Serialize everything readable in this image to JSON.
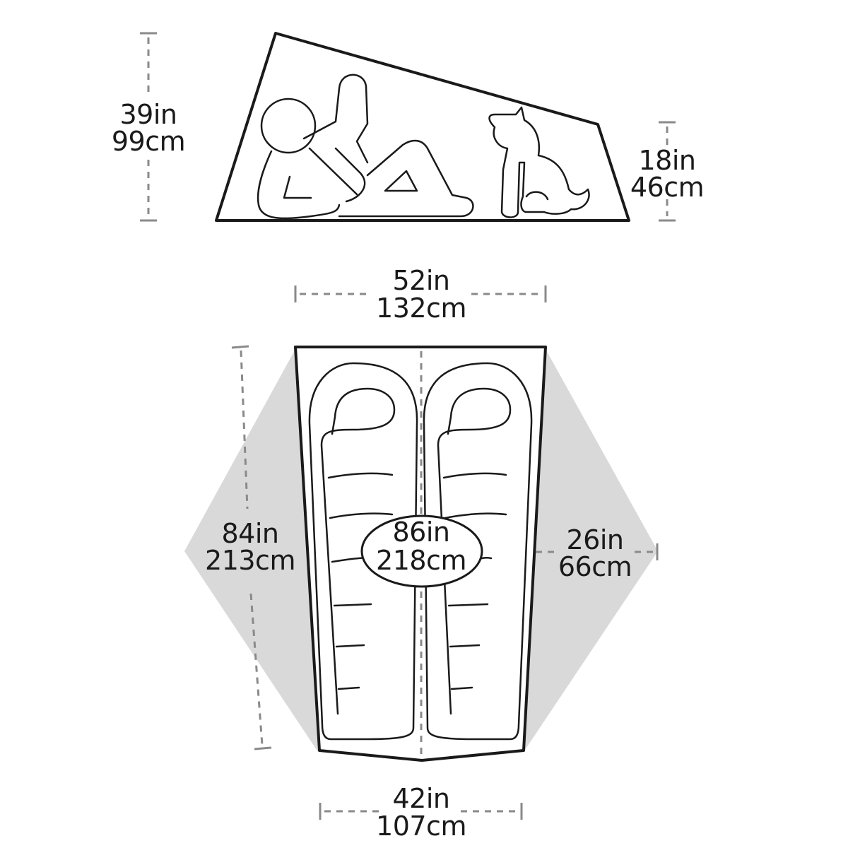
{
  "side_view": {
    "peak_height": {
      "imperial": "39in",
      "metric": "99cm"
    },
    "foot_height": {
      "imperial": "18in",
      "metric": "46cm"
    }
  },
  "floor_plan": {
    "head_width": {
      "imperial": "52in",
      "metric": "132cm"
    },
    "length": {
      "imperial": "84in",
      "metric": "213cm"
    },
    "diagonal": {
      "imperial": "86in",
      "metric": "218cm"
    },
    "vestibule_depth": {
      "imperial": "26in",
      "metric": "66cm"
    },
    "foot_width": {
      "imperial": "42in",
      "metric": "107cm"
    }
  },
  "colors": {
    "outline": "#1a1a1a",
    "dimension_line": "#8a8a8a",
    "vestibule": "#d9d9d9"
  }
}
